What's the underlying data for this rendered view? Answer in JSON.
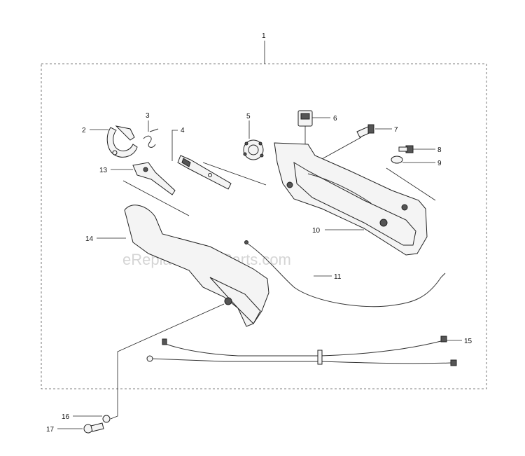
{
  "watermark": "eReplacementParts.com",
  "callouts": [
    {
      "id": "c1",
      "text": "1"
    },
    {
      "id": "c2",
      "text": "2"
    },
    {
      "id": "c3",
      "text": "3"
    },
    {
      "id": "c4",
      "text": "4"
    },
    {
      "id": "c5",
      "text": "5"
    },
    {
      "id": "c6",
      "text": "6"
    },
    {
      "id": "c7",
      "text": "7"
    },
    {
      "id": "c8",
      "text": "8"
    },
    {
      "id": "c9",
      "text": "9"
    },
    {
      "id": "c10",
      "text": "10"
    },
    {
      "id": "c11",
      "text": "11"
    },
    {
      "id": "c13",
      "text": "13"
    },
    {
      "id": "c14",
      "text": "14"
    },
    {
      "id": "c15",
      "text": "15"
    },
    {
      "id": "c16",
      "text": "16"
    },
    {
      "id": "c17",
      "text": "17"
    }
  ],
  "colors": {
    "line": "#222222",
    "part_fill": "#f4f4f4",
    "watermark": "#c8c8c8"
  }
}
